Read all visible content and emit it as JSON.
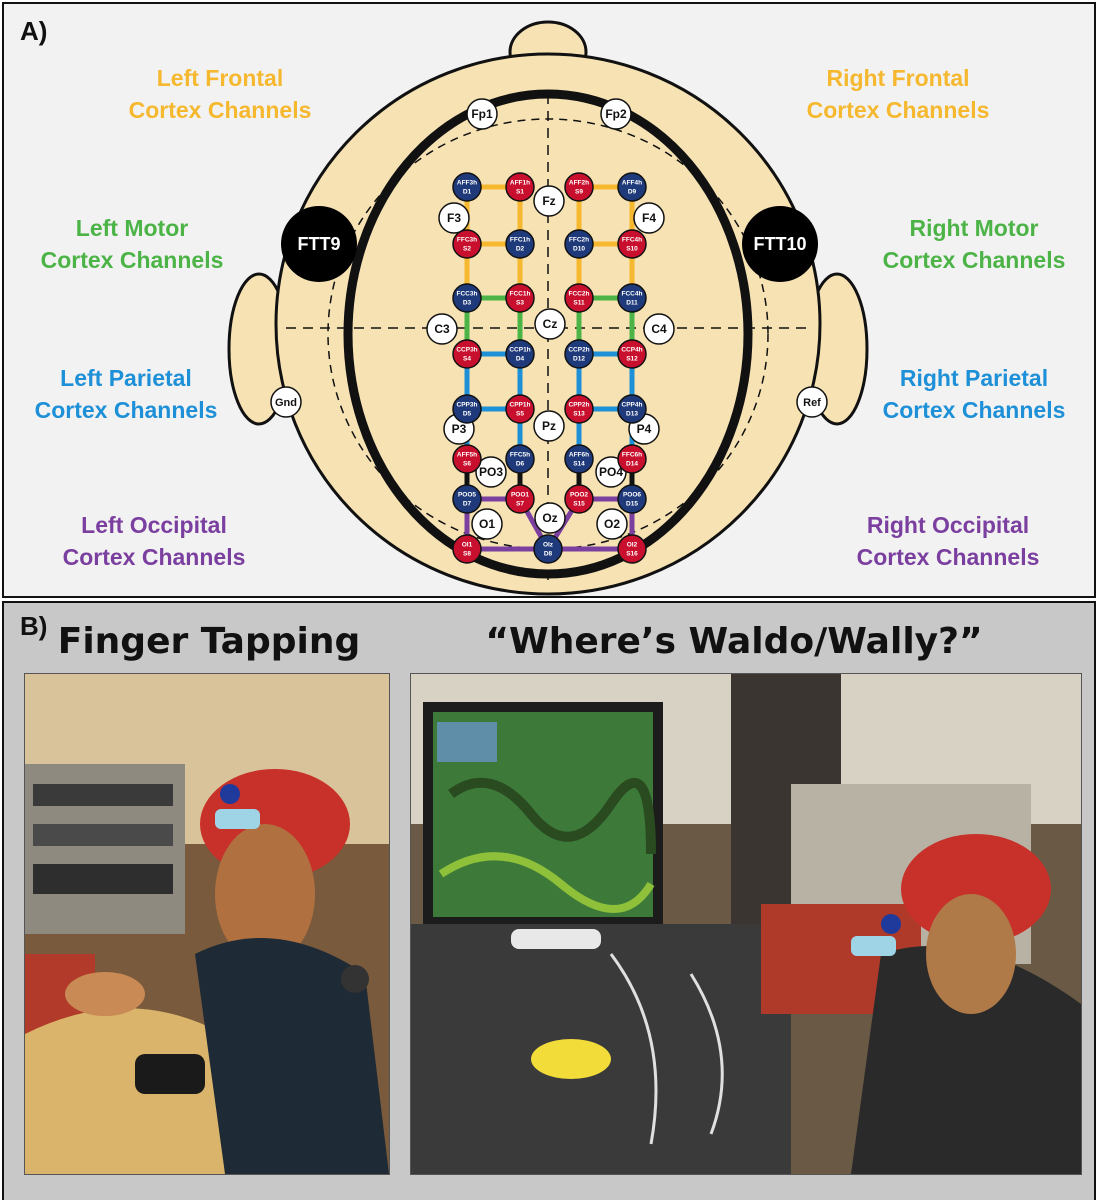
{
  "panel_a": {
    "label": "A)",
    "regions": {
      "left_frontal": {
        "line1": "Left Frontal",
        "line2": "Cortex Channels",
        "color": "#f5b82e"
      },
      "right_frontal": {
        "line1": "Right Frontal",
        "line2": "Cortex Channels",
        "color": "#f5b82e"
      },
      "left_motor": {
        "line1": "Left Motor",
        "line2": "Cortex Channels",
        "color": "#4cb447"
      },
      "right_motor": {
        "line1": "Right Motor",
        "line2": "Cortex Channels",
        "color": "#4cb447"
      },
      "left_parietal": {
        "line1": "Left Parietal",
        "line2": "Cortex Channels",
        "color": "#1e90d8"
      },
      "right_parietal": {
        "line1": "Right Parietal",
        "line2": "Cortex Channels",
        "color": "#1e90d8"
      },
      "left_occipital": {
        "line1": "Left Occipital",
        "line2": "Cortex Channels",
        "color": "#7b3fa0"
      },
      "right_occipital": {
        "line1": "Right Occipital",
        "line2": "Cortex Channels",
        "color": "#7b3fa0"
      }
    },
    "reference_electrodes": {
      "left": "FTT9",
      "right": "FTT10",
      "ground": "Gnd",
      "ref": "Ref"
    },
    "landmarks": [
      "Fp1",
      "Fp2",
      "Fz",
      "F3",
      "F4",
      "C3",
      "Cz",
      "C4",
      "P3",
      "Pz",
      "P4",
      "PO3",
      "PO4",
      "O1",
      "Oz",
      "O2"
    ],
    "optodes": [
      {
        "name": "AFF3h",
        "id": "D1",
        "kind": "detector"
      },
      {
        "name": "AFF1h",
        "id": "S1",
        "kind": "source"
      },
      {
        "name": "AFF2h",
        "id": "S9",
        "kind": "source"
      },
      {
        "name": "AFF4h",
        "id": "D9",
        "kind": "detector"
      },
      {
        "name": "FFC3h",
        "id": "S2",
        "kind": "source"
      },
      {
        "name": "FFC1h",
        "id": "D2",
        "kind": "detector"
      },
      {
        "name": "FFC2h",
        "id": "D10",
        "kind": "detector"
      },
      {
        "name": "FFC4h",
        "id": "S10",
        "kind": "source"
      },
      {
        "name": "FCC3h",
        "id": "D3",
        "kind": "detector"
      },
      {
        "name": "FCC1h",
        "id": "S3",
        "kind": "source"
      },
      {
        "name": "FCC2h",
        "id": "S11",
        "kind": "source"
      },
      {
        "name": "FCC4h",
        "id": "D11",
        "kind": "detector"
      },
      {
        "name": "CCP3h",
        "id": "S4",
        "kind": "source"
      },
      {
        "name": "CCP1h",
        "id": "D4",
        "kind": "detector"
      },
      {
        "name": "CCP2h",
        "id": "D12",
        "kind": "detector"
      },
      {
        "name": "CCP4h",
        "id": "S12",
        "kind": "source"
      },
      {
        "name": "CPP3h",
        "id": "D5",
        "kind": "detector"
      },
      {
        "name": "CPP1h",
        "id": "S5",
        "kind": "source"
      },
      {
        "name": "CPP2h",
        "id": "S13",
        "kind": "source"
      },
      {
        "name": "CPP4h",
        "id": "D13",
        "kind": "detector"
      },
      {
        "name": "AFF5h",
        "id": "S6",
        "kind": "source"
      },
      {
        "name": "FFC5h",
        "id": "D6",
        "kind": "detector"
      },
      {
        "name": "AFF6h",
        "id": "S14",
        "kind": "detector"
      },
      {
        "name": "FFC6h",
        "id": "D14",
        "kind": "source"
      },
      {
        "name": "POO5",
        "id": "D7",
        "kind": "detector"
      },
      {
        "name": "POO1",
        "id": "S7",
        "kind": "source"
      },
      {
        "name": "POO2",
        "id": "S15",
        "kind": "source"
      },
      {
        "name": "POO6",
        "id": "D15",
        "kind": "detector"
      },
      {
        "name": "OI1",
        "id": "S8",
        "kind": "source"
      },
      {
        "name": "OIz",
        "id": "D8",
        "kind": "detector"
      },
      {
        "name": "OI2",
        "id": "S16",
        "kind": "source"
      }
    ],
    "colors": {
      "source": "#c8102e",
      "detector": "#1f3a7a",
      "head": "#f6e2b3",
      "frontal": "#f5b82e",
      "motor": "#4cb447",
      "parietal": "#1e90d8",
      "occipital": "#7b3fa0"
    }
  },
  "panel_b": {
    "label": "B)",
    "left_title": "Finger Tapping",
    "right_title": "“Where’s Waldo/Wally?”"
  }
}
